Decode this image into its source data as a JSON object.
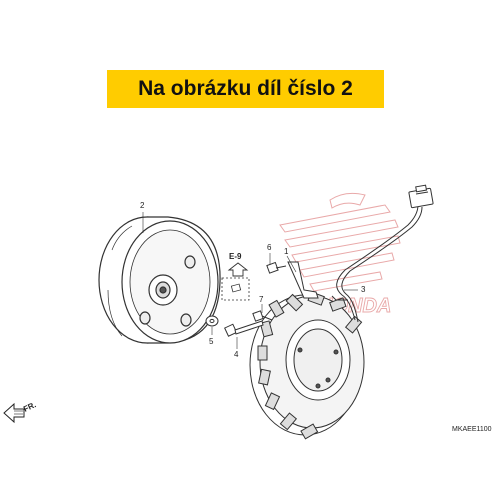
{
  "banner": {
    "text": "Na obrázku díl číslo 2",
    "color": "#ffcc00"
  },
  "diagram": {
    "callouts": [
      "2",
      "6",
      "1",
      "3",
      "7",
      "5",
      "4"
    ],
    "reference_box": "E-9",
    "direction_label": "FR.",
    "drawing_code": "MKAEE1100",
    "watermark": {
      "text": "HONDA",
      "color": "#e9a9a9"
    }
  },
  "icons": [
    "flywheel",
    "stator-coil",
    "wire-harness-connector",
    "bolt",
    "washer",
    "clamp",
    "direction-arrow-icon",
    "up-arrow-icon",
    "honda-wing-logo"
  ]
}
